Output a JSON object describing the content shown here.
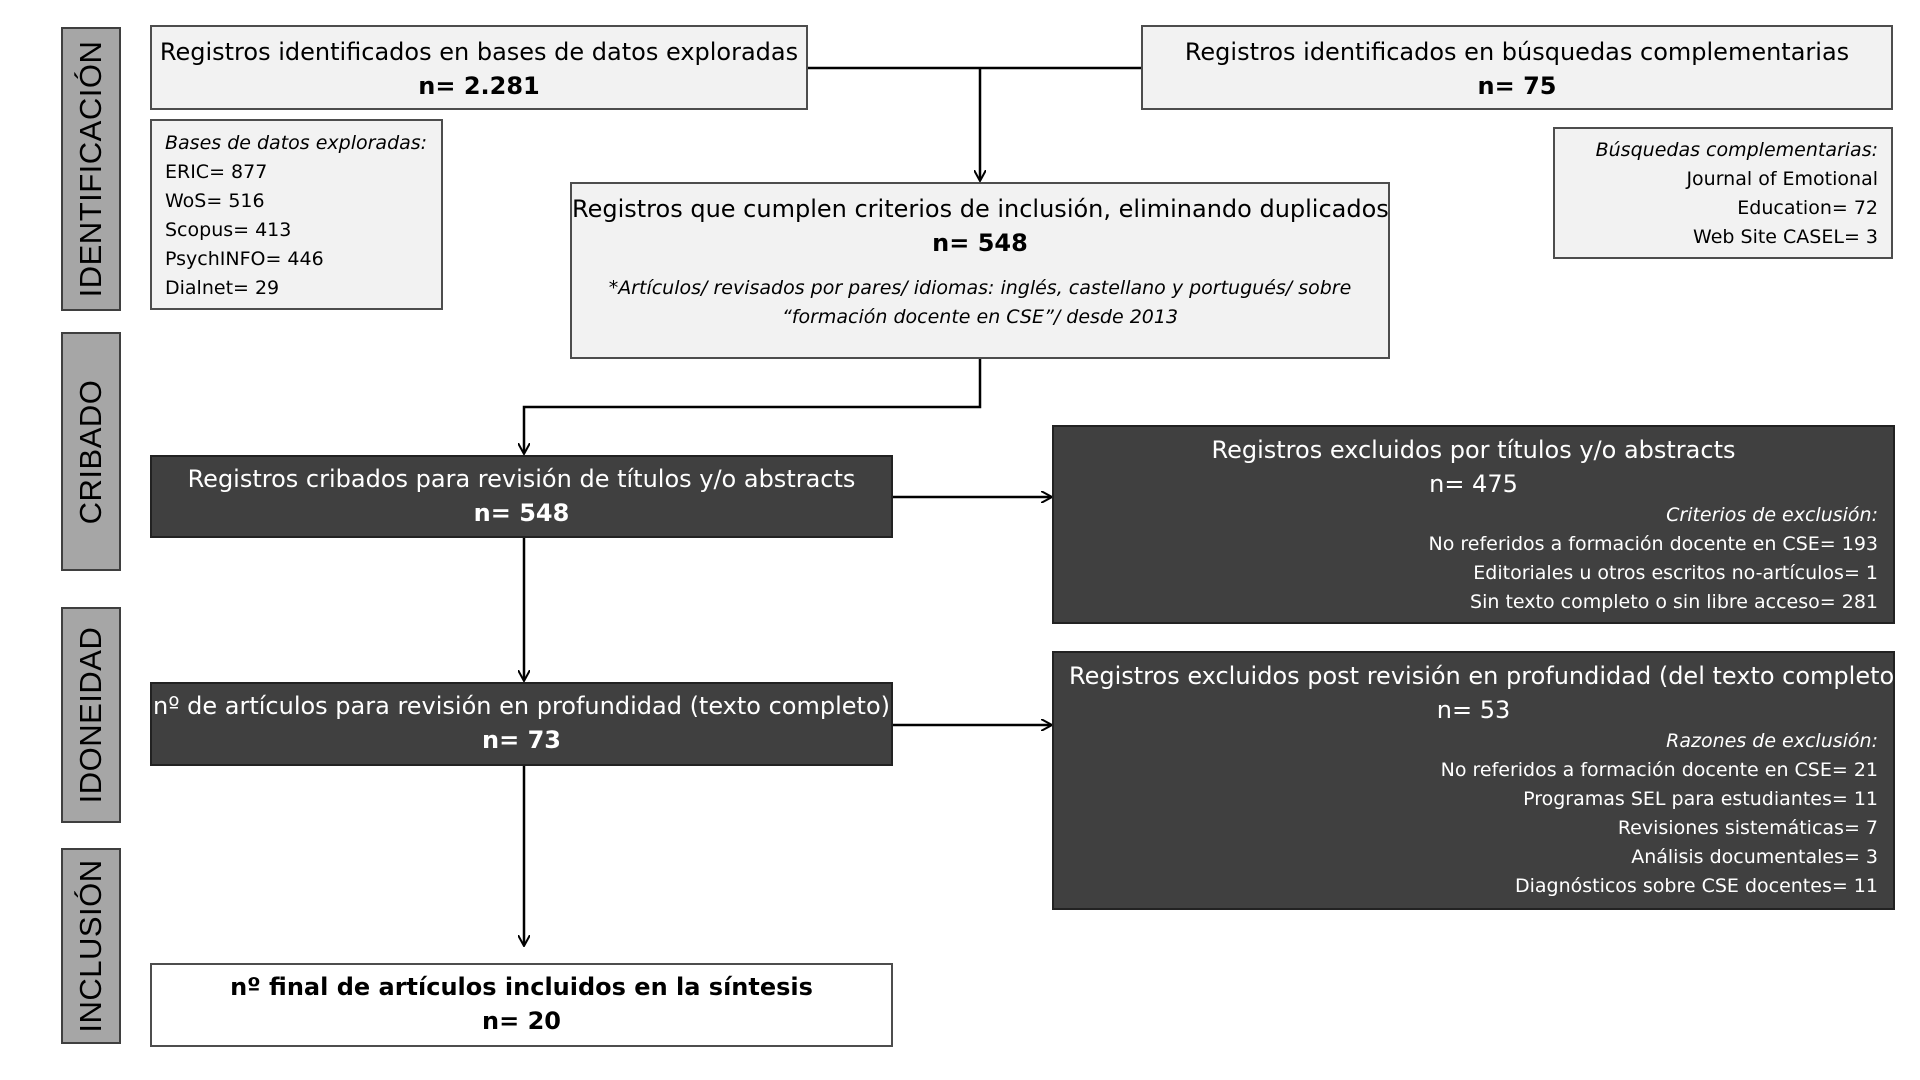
{
  "stages": {
    "identificacion": "IDENTIFICACIÓN",
    "cribado": "CRIBADO",
    "idoneidad": "IDONEIDAD",
    "inclusion": "INCLUSIÓN"
  },
  "boxes": {
    "db_records": {
      "title": "Registros identificados en bases de datos exploradas",
      "n": "n= 2.281"
    },
    "complementary_records": {
      "title": "Registros identificados en búsquedas complementarias",
      "n": "n= 75"
    },
    "db_list": {
      "heading": "Bases de datos exploradas:",
      "items": [
        "ERIC= 877",
        "WoS= 516",
        "Scopus= 413",
        "PsychINFO= 446",
        "Dialnet= 29"
      ]
    },
    "complementary_list": {
      "heading": "Búsquedas complementarias:",
      "items": [
        "Journal of Emotional",
        "Education= 72",
        "Web Site CASEL= 3"
      ]
    },
    "inclusion_criteria": {
      "title": "Registros que cumplen criterios de inclusión, eliminando duplicados",
      "n": "n= 548",
      "note_line1": "*Artículos/ revisados por pares/ idiomas: inglés, castellano y portugués/ sobre",
      "note_line2": "“formación docente en CSE”/ desde 2013"
    },
    "screened": {
      "title": "Registros cribados para revisión de títulos y/o abstracts",
      "n": "n= 548"
    },
    "excluded_titles": {
      "title": "Registros excluidos por títulos y/o abstracts",
      "n": "n= 475",
      "heading": "Criterios de exclusión:",
      "items": [
        "No referidos a formación docente en CSE= 193",
        "Editoriales u otros escritos no-artículos= 1",
        "Sin texto completo o sin libre acceso= 281"
      ]
    },
    "fulltext": {
      "title": "nº de artículos para revisión en profundidad (texto completo)",
      "n": "n= 73"
    },
    "excluded_fulltext": {
      "title": "Registros excluidos post revisión en profundidad (del texto completo)",
      "n": "n= 53",
      "heading": "Razones de exclusión:",
      "items": [
        "No referidos a formación docente en CSE= 21",
        "Programas SEL para estudiantes= 11",
        "Revisiones sistemáticas= 7",
        "Análisis documentales= 3",
        "Diagnósticos sobre CSE docentes= 11"
      ]
    },
    "final": {
      "title": "nº final de artículos incluidos en la síntesis",
      "n": "n= 20"
    }
  }
}
